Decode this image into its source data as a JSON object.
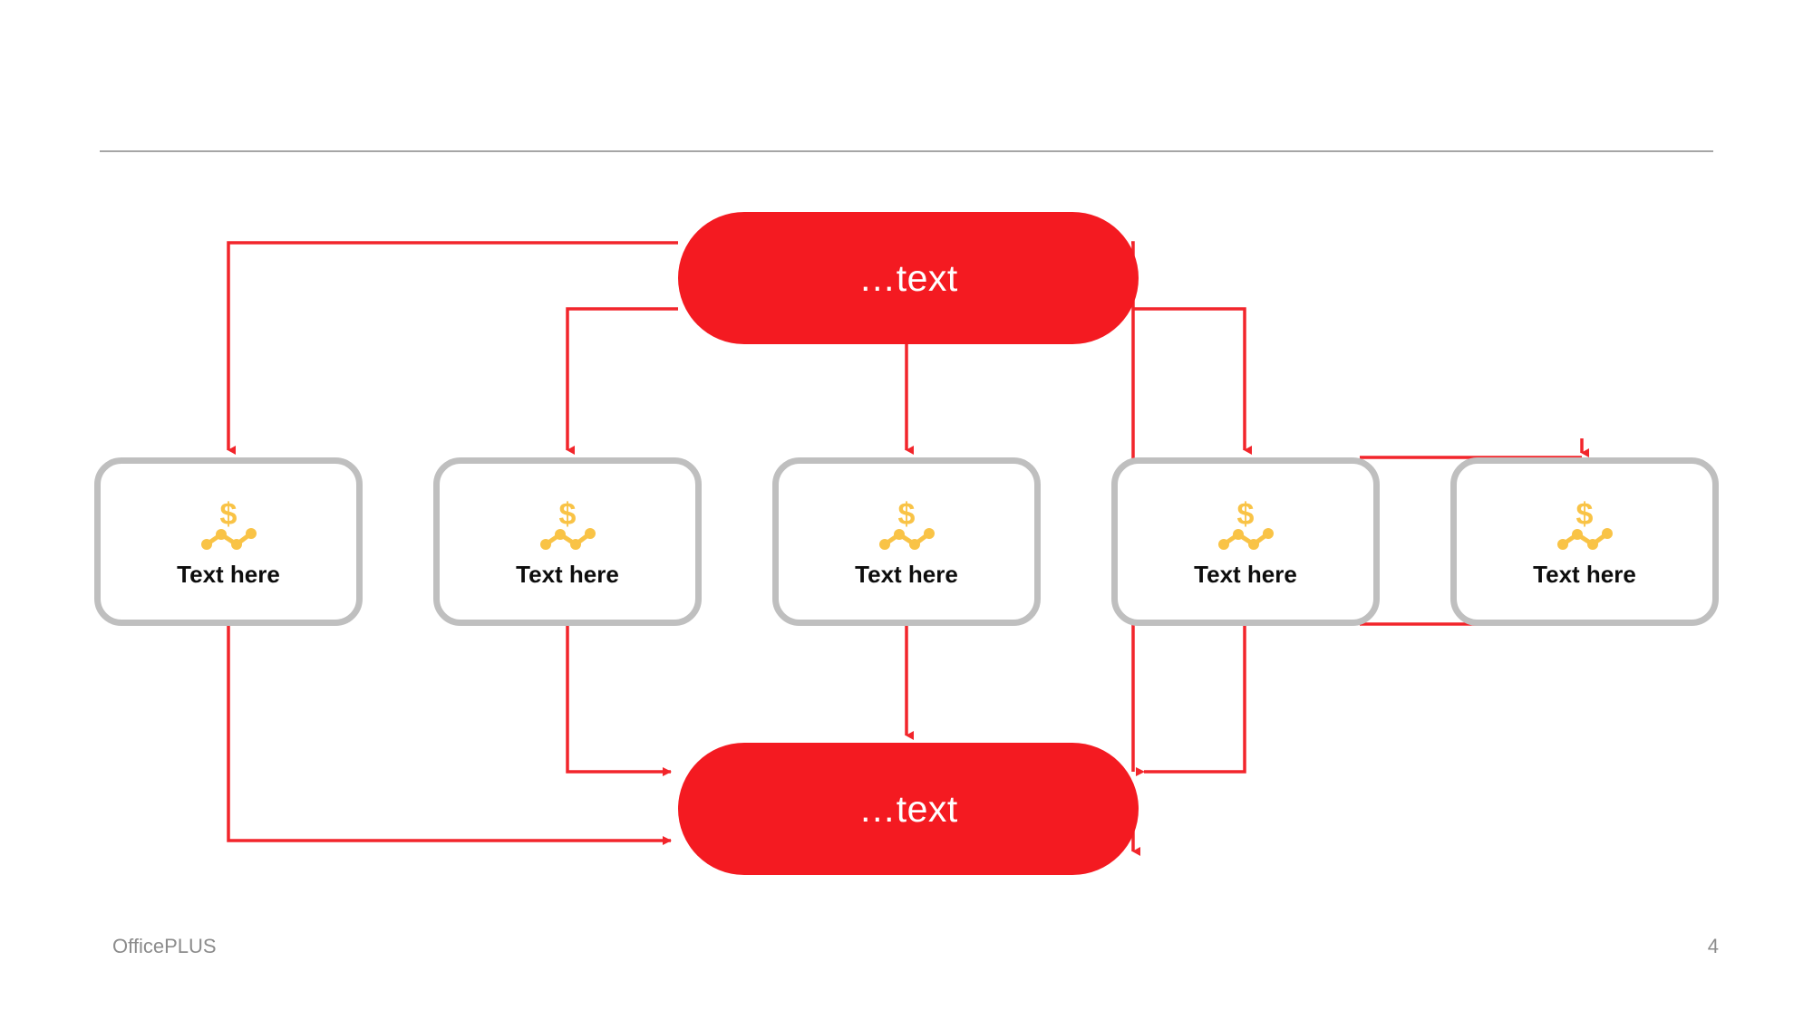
{
  "slide": {
    "page_number": "4",
    "brand": "OfficePLUS",
    "background_color": "#FFFFFF"
  },
  "colors": {
    "accent_red": "#F41A21",
    "connector_red": "#F2252B",
    "card_border_gray": "#BFBFBF",
    "icon_amber": "#F9C346",
    "divider_gray": "#A6A6A6",
    "footer_gray": "#8C8C8C",
    "label_black": "#0D0D0D",
    "pill_text_white": "#FFFFFF"
  },
  "divider": {
    "name": "top-divider-rule"
  },
  "nodes": {
    "top_pill": {
      "label": "…text",
      "role": "process-start"
    },
    "bottom_pill": {
      "label": "…text",
      "role": "process-end"
    }
  },
  "cards": [
    {
      "label": "Text here",
      "icon": "dollar-line-chart-icon"
    },
    {
      "label": "Text here",
      "icon": "dollar-line-chart-icon"
    },
    {
      "label": "Text here",
      "icon": "dollar-line-chart-icon"
    },
    {
      "label": "Text here",
      "icon": "dollar-line-chart-icon"
    },
    {
      "label": "Text here",
      "icon": "dollar-line-chart-icon"
    }
  ],
  "chart_data": {
    "type": "diagram",
    "title": "",
    "diagram_kind": "flow-process",
    "node_labels": [
      "…text",
      "Text here",
      "Text here",
      "Text here",
      "Text here",
      "Text here",
      "…text"
    ],
    "edges": [
      {
        "from": "top_pill",
        "to": "card_1",
        "style": "elbow-left",
        "arrow": "down"
      },
      {
        "from": "top_pill",
        "to": "card_2",
        "style": "elbow-left",
        "arrow": "down"
      },
      {
        "from": "top_pill",
        "to": "card_3",
        "style": "straight",
        "arrow": "down"
      },
      {
        "from": "top_pill",
        "to": "card_4",
        "style": "elbow-right",
        "arrow": "down"
      },
      {
        "from": "top_pill",
        "to": "card_5",
        "style": "elbow-right",
        "arrow": "down"
      },
      {
        "from": "card_1",
        "to": "bottom_pill",
        "style": "elbow-left",
        "arrow": "right"
      },
      {
        "from": "card_2",
        "to": "bottom_pill",
        "style": "elbow-left",
        "arrow": "right"
      },
      {
        "from": "card_3",
        "to": "bottom_pill",
        "style": "straight",
        "arrow": "down"
      },
      {
        "from": "card_4",
        "to": "bottom_pill",
        "style": "elbow-right",
        "arrow": "left"
      },
      {
        "from": "card_5",
        "to": "bottom_pill",
        "style": "elbow-right",
        "arrow": "left"
      }
    ]
  }
}
